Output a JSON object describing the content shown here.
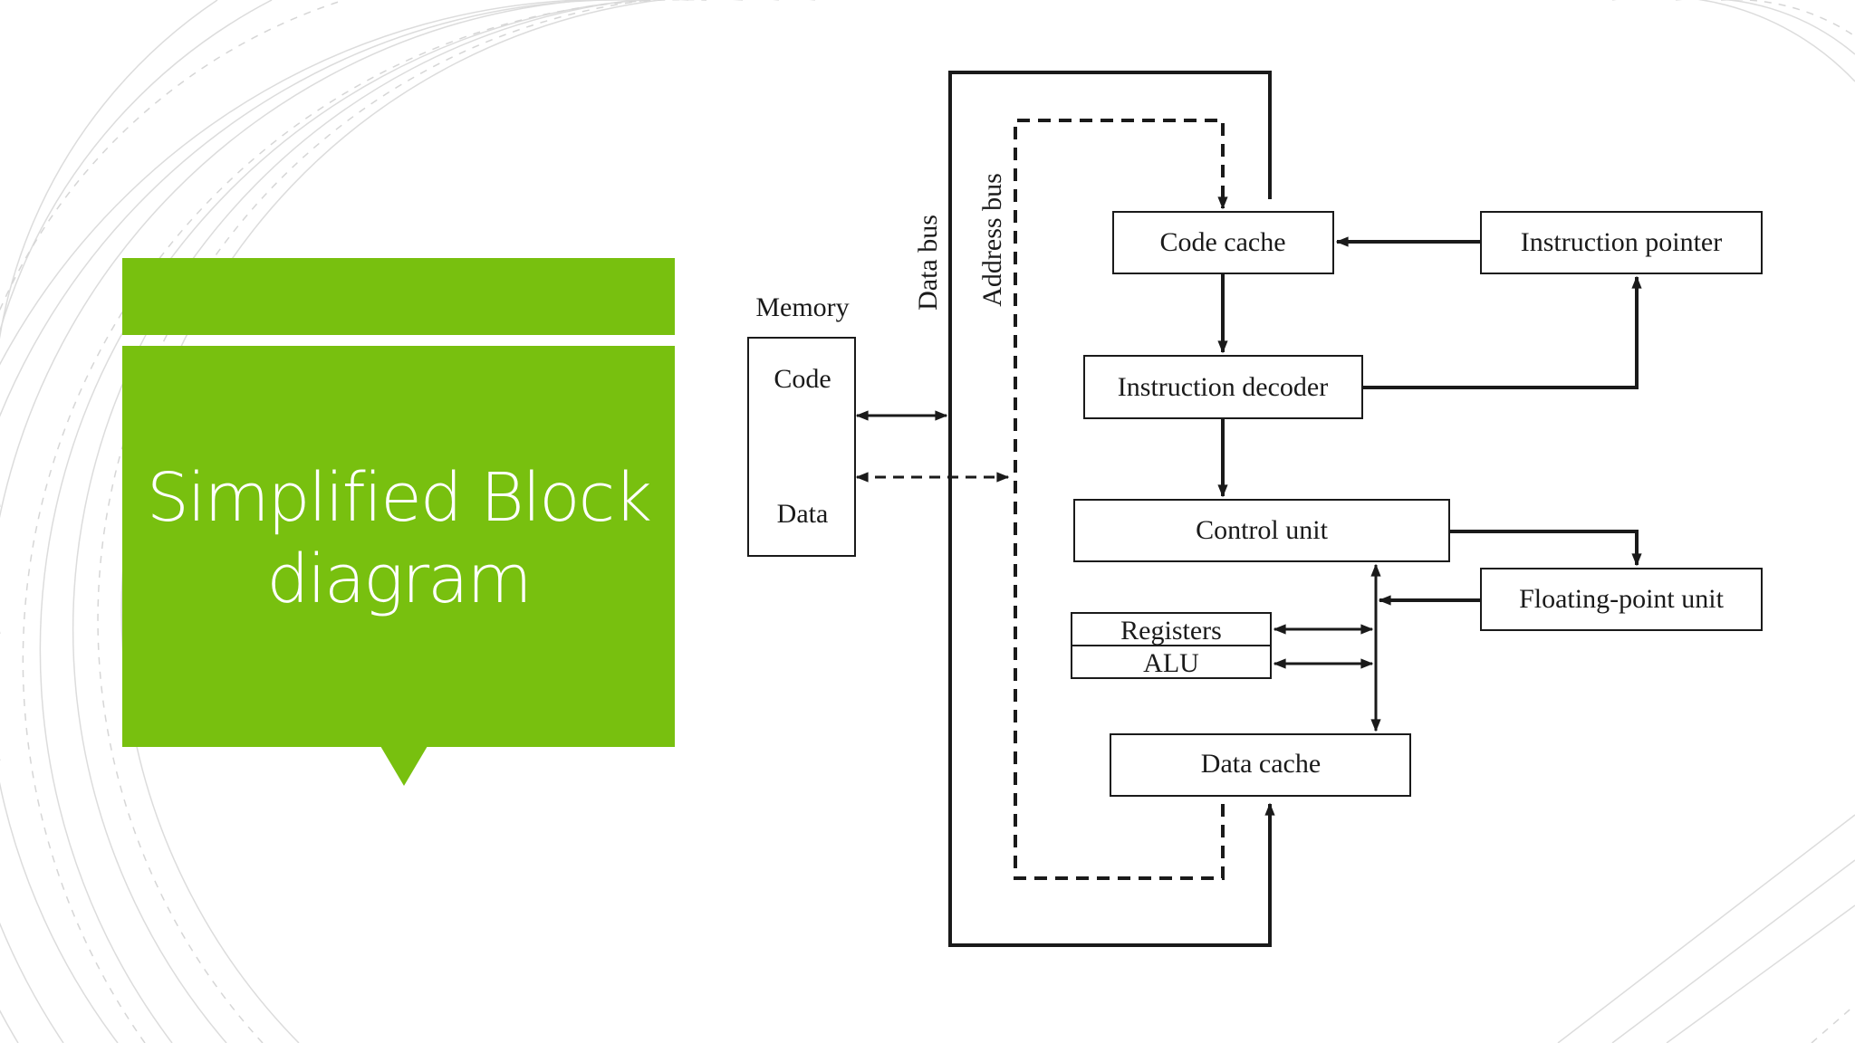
{
  "slide": {
    "title_line1": "Simplified Block",
    "title_line2": "diagram",
    "accent_color": "#78c00f"
  },
  "diagram": {
    "memory_label": "Memory",
    "memory_code": "Code",
    "memory_data": "Data",
    "data_bus": "Data bus",
    "address_bus": "Address bus",
    "code_cache": "Code cache",
    "instruction_pointer": "Instruction pointer",
    "instruction_decoder": "Instruction decoder",
    "control_unit": "Control unit",
    "floating_point_unit": "Floating-point unit",
    "registers": "Registers",
    "alu": "ALU",
    "data_cache": "Data cache"
  }
}
